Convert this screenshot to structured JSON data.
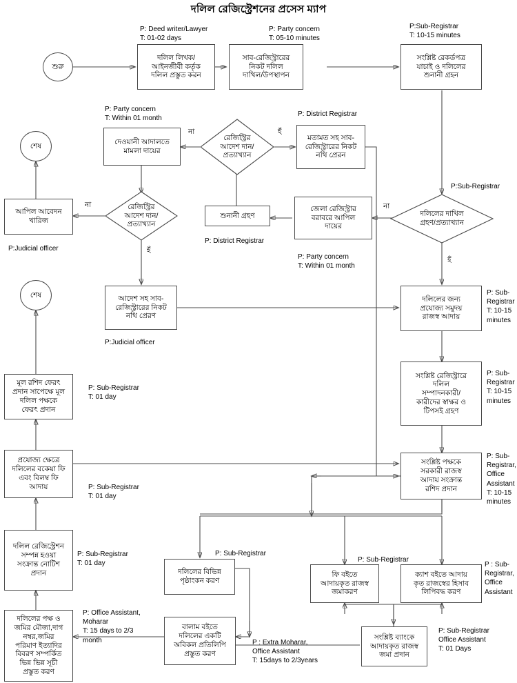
{
  "title": "দলিল রেজিস্ট্রেশনের প্রসেস ম্যাপ",
  "edge_labels": {
    "yes": "হঁ",
    "no": "না"
  },
  "nodes": {
    "start": "শুরু",
    "end_top": "শেষ",
    "end_mid": "শেষ",
    "deed_write": "দলিল লিখক/\nআইনজীবী কর্তৃক\nদলিল প্রস্তুত করন",
    "submit_subreg": "সাব-রেজিস্ট্রারের\nনিকট দলিল\nদাখিল/উপস্থাপন",
    "verify_record": "সংশ্লিষ্ট রেকর্ডপত্র\nযাচাই ও দলিলের\nশুনানী গ্রহন",
    "accept_reject": "দলিলের দাখিল\nগ্রহণ/প্রত্যাখ্যান",
    "appeal_dist_reg": "জেলা রেজিস্ট্রার\nবরাবরে আপিল\nদায়ের",
    "hearing": "শুনানী গ্রহণ",
    "reg_order_1": "রেজিস্ট্রির\nআদেশ দান/\nপ্রত্যাখ্যান",
    "opinion_send": "মতামত সহ সাব-\nরেজিস্ট্রারের নিকট\nনথি প্রেরন",
    "civil_court": "দেওয়ানী আদালতে\nমামলা দায়ের",
    "reg_order_2": "রেজিস্ট্রির\nআদেশ দান/\nপ্রত্যাখ্যান",
    "appeal_dismiss": "আপিল আবেদন\nখারিজ",
    "order_send": "আদেশ সহ সাব-\nরেজিস্ট্রারের নিকট\nনথি প্রেরণ",
    "collect_revenue": "দলিলের জন্য\nপ্রযোজ্য সমুদয়\nরাজস্ব আদায়",
    "signature": "সংশ্লিষ্ট রেজিস্ট্রারে\nদলিল\nসম্পাদনকারী/\nকারীদের স্বাক্ষর ও\nটিপসই গ্রহণ",
    "receipt": "সংশ্লিষ্ট পক্ষকে\nসরকারী রাজস্ব\nআদায় সংক্রান্ত\nরশিদ প্রদান",
    "arrear_fee": "প্রযোজ্য ক্ষেত্রে\nদলিলের বকেয়া ফি\nএবং বিলম্ব ফি\nআদায়",
    "return_deed": "মূল রশিদ ফেরৎ\nপ্রদান সাপেক্ষে মূল\nদলিল পক্ষকে\nফেরৎ প্রদান",
    "notice": "দলিল রেজিস্ট্রেশন\nসম্পন্ন হওয়া\nসংক্রান্ত নোটিশ\nপ্রদান",
    "index_prepare": "দলিলের পক্ষ ও\nজমির মৌজা,দাগ\nনম্বর,জমির\nপরিমাণ ইত্যাদির\nবিবরণ সম্পর্কিত\nভিন্ন ভিন্ন সূচী\nপ্রস্তুত করণ",
    "page_number": "দলিলের বিভিন্ন\nপৃষ্ঠাংকন করণ",
    "balam_copy": "বালাম বইতে\nদলিলের একটি\nঅবিকল প্রতিলিপি\nপ্রস্তুত করণ",
    "fee_book": "ফি বইতে\nআদায়কৃত রাজস্ব\nজমাকরণ",
    "cash_book": "ক্যাশ বইতে আদায়\nকৃত রাজস্বের হিসাব\nলিপিবদ্ধ করণ",
    "bank_deposit": "সংশ্লিষ্ট ব্যাংকে\nআদায়কৃত রাজস্ব\nজমা প্রদান"
  },
  "notes": {
    "deed_write": "P: Deed writer/Lawyer\nT: 01-02 days",
    "submit_subreg": "P: Party concern\nT: 05-10 minutes",
    "verify_record": "P:Sub-Registrar\nT: 10-15 minutes",
    "civil_court": "P: Party concern\nT: Within 01 month",
    "opinion_send": "P: District Registrar",
    "hearing": "P: District Registrar",
    "appeal_dist_reg": "P: Party concern\nT: Within 01 month",
    "accept_reject": "P:Sub-Registrar",
    "appeal_dismiss": "P:Judicial officer",
    "order_send": "P:Judicial officer",
    "collect_revenue": "P: Sub-\nRegistrar\nT: 10-15\nminutes",
    "signature": "P: Sub-\nRegistrar\nT: 10-15\nminutes",
    "receipt": "P: Sub-\nRegistrar,\nOffice\nAssistant\nT: 10-15\nminutes",
    "return_deed": "P: Sub-Registrar\nT: 01 day",
    "arrear_fee": "P: Sub-Registrar\nT: 01 day",
    "notice": "P: Sub-Registrar\nT: 01 day",
    "index_prepare": "P: Office Assistant,\nMoharar\nT: 15 days to 2/3\nmonth",
    "page_number": "P: Sub-Registrar",
    "balam_copy": "P : Extra Moharar,\nOffice Assistant\nT: 15days to 2/3years",
    "fee_book": "P: Sub-Registrar",
    "cash_book": "P : Sub-\nRegistrar,\nOffice\nAssistant",
    "bank_deposit": "P: Sub-Registrar\nOffice Assistant\nT: 01 Days"
  },
  "colors": {
    "stroke": "#4a4a4a",
    "text": "#000000",
    "background": "#ffffff"
  }
}
